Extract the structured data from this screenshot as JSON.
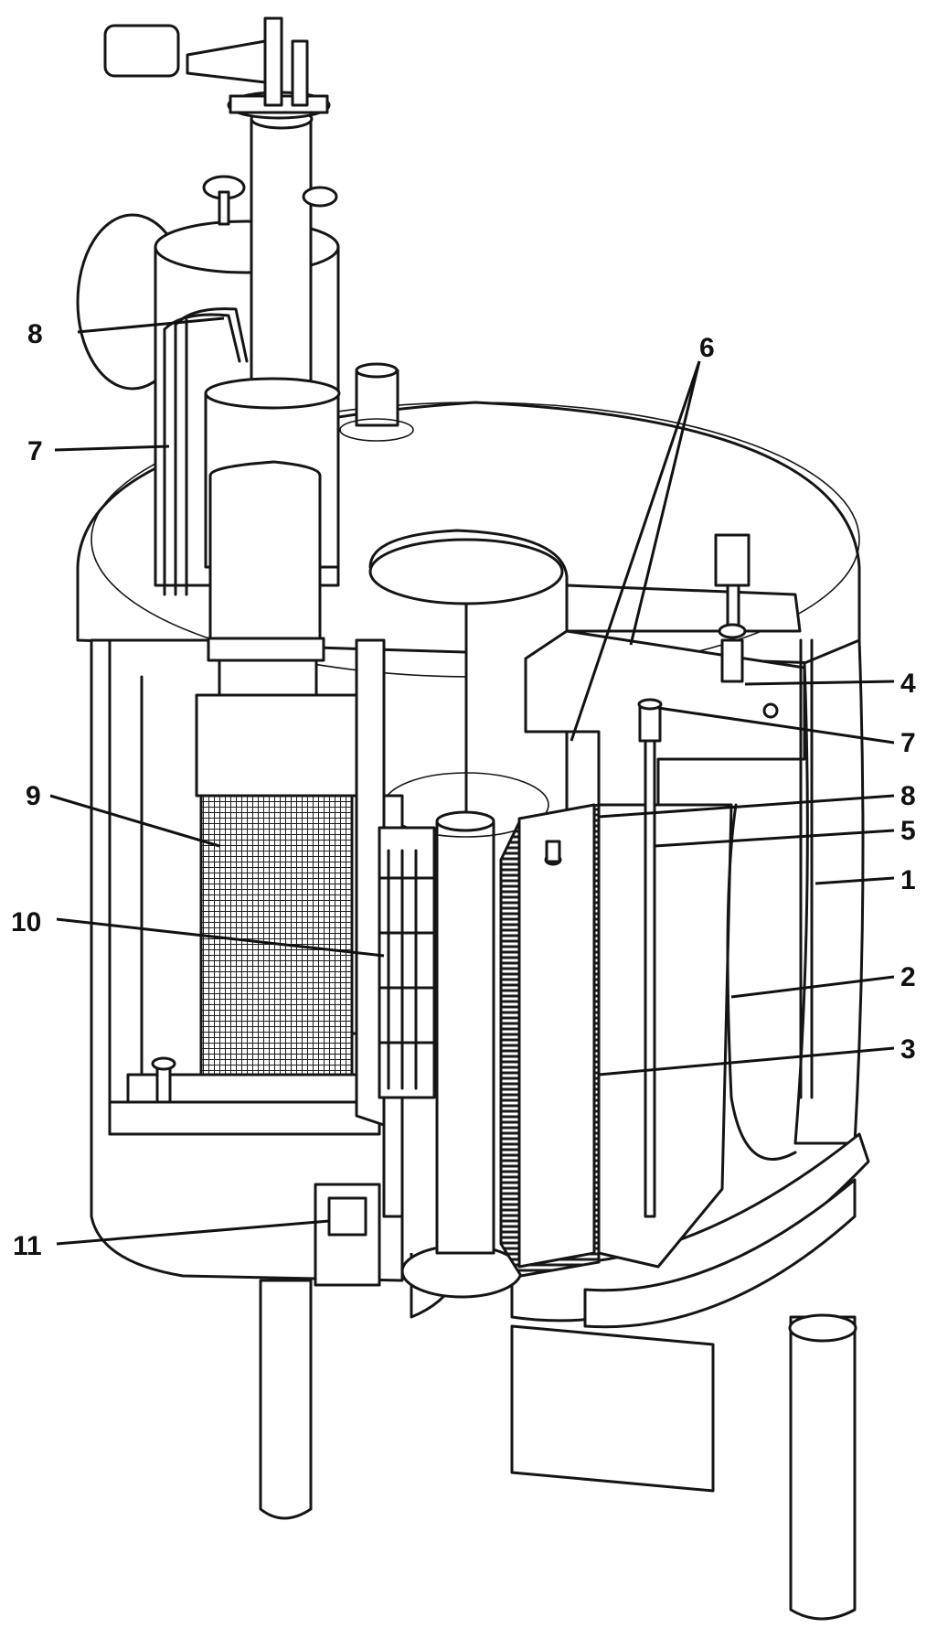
{
  "figure": {
    "callouts": [
      {
        "id": "c1",
        "label": "1"
      },
      {
        "id": "c2",
        "label": "2"
      },
      {
        "id": "c3",
        "label": "3"
      },
      {
        "id": "c4",
        "label": "4"
      },
      {
        "id": "c5",
        "label": "5"
      },
      {
        "id": "c6",
        "label": "6"
      },
      {
        "id": "c7-right",
        "label": "7"
      },
      {
        "id": "c8-right",
        "label": "8"
      },
      {
        "id": "c7-left",
        "label": "7"
      },
      {
        "id": "c8-left",
        "label": "8"
      },
      {
        "id": "c9",
        "label": "9"
      },
      {
        "id": "c10",
        "label": "10"
      },
      {
        "id": "c11",
        "label": "11"
      }
    ]
  },
  "colors": {
    "ink": "#151515",
    "paper": "#ffffff",
    "hatch": "#2a2a2a"
  }
}
